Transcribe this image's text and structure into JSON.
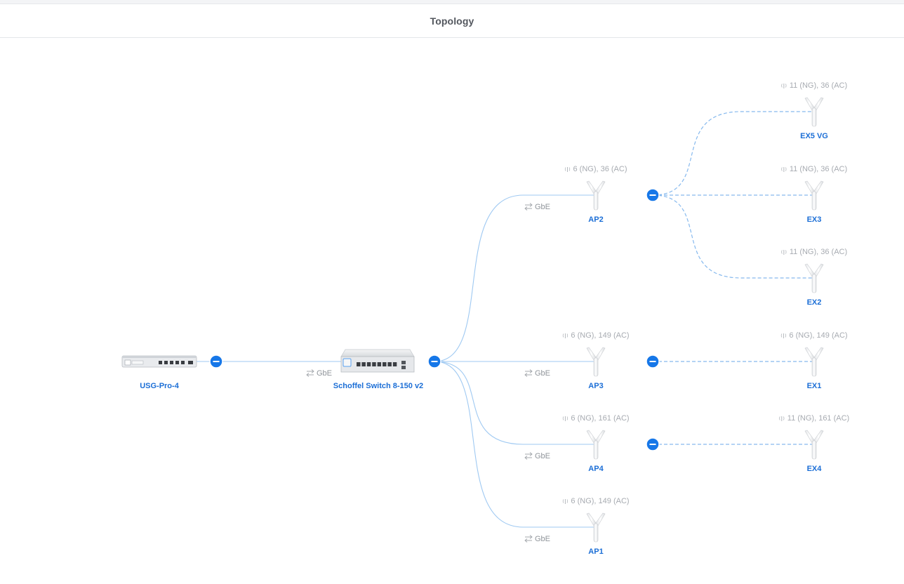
{
  "header": {
    "title": "Topology"
  },
  "colors": {
    "link_wired": "#9fc9f2",
    "link_mesh": "#86b9ee",
    "collapse_button": "#1677e8",
    "device_label": "#1b6ed6",
    "channel_label": "#a7abb1",
    "link_label": "#8f949a"
  },
  "icons": {
    "gateway": "gateway-icon",
    "switch": "switch-icon",
    "access_point": "access-point-icon",
    "link_speed": "arrows-left-right-icon",
    "channel": "wifi-signal-icon",
    "collapse": "minus-circle-icon"
  },
  "devices": [
    {
      "id": "usg",
      "type": "gateway",
      "name": "USG-Pro-4"
    },
    {
      "id": "sw",
      "type": "switch",
      "name": "Schoffel Switch 8-150 v2"
    },
    {
      "id": "ap2",
      "type": "access_point",
      "name": "AP2",
      "channels": "6 (NG), 36 (AC)",
      "uplink": "sw",
      "link_label": "GbE"
    },
    {
      "id": "ap3",
      "type": "access_point",
      "name": "AP3",
      "channels": "6 (NG), 149 (AC)",
      "uplink": "sw",
      "link_label": "GbE"
    },
    {
      "id": "ap4",
      "type": "access_point",
      "name": "AP4",
      "channels": "6 (NG), 161 (AC)",
      "uplink": "sw",
      "link_label": "GbE"
    },
    {
      "id": "ap1",
      "type": "access_point",
      "name": "AP1",
      "channels": "6 (NG), 149 (AC)",
      "uplink": "sw",
      "link_label": "GbE"
    },
    {
      "id": "ex5",
      "type": "access_point",
      "name": "EX5 VG",
      "channels": "11 (NG), 36 (AC)",
      "uplink": "ap2",
      "wireless": true
    },
    {
      "id": "ex3",
      "type": "access_point",
      "name": "EX3",
      "channels": "11 (NG), 36 (AC)",
      "uplink": "ap2",
      "wireless": true
    },
    {
      "id": "ex2",
      "type": "access_point",
      "name": "EX2",
      "channels": "11 (NG), 36 (AC)",
      "uplink": "ap2",
      "wireless": true
    },
    {
      "id": "ex1",
      "type": "access_point",
      "name": "EX1",
      "channels": "6 (NG), 149 (AC)",
      "uplink": "ap3",
      "wireless": true
    },
    {
      "id": "ex4",
      "type": "access_point",
      "name": "EX4",
      "channels": "11 (NG), 161 (AC)",
      "uplink": "ap4",
      "wireless": true
    }
  ],
  "gateway_link": {
    "from": "usg",
    "to": "sw",
    "label": "GbE"
  }
}
